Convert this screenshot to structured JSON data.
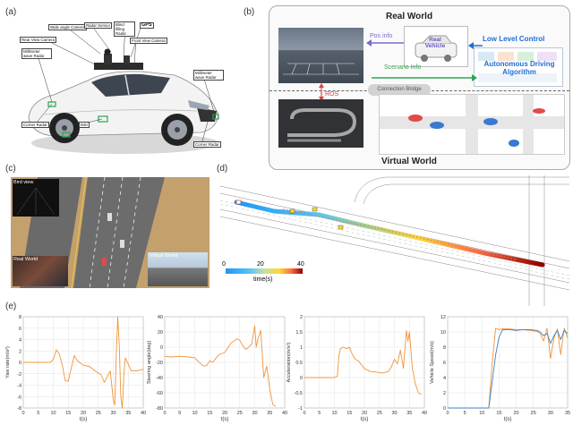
{
  "panels": {
    "a": "(a)",
    "b": "(b)",
    "c": "(c)",
    "d": "(d)",
    "e": "(e)"
  },
  "car_labels": {
    "wide_angle_camera": "Wide angle Camera",
    "radar_sensor": "Radar Sensor",
    "blind_filling_radar": "Blind filling Radar",
    "gps": "GPS",
    "rear_view_camera": "Rear View Camera",
    "front_view_camera": "Front View Camera",
    "mmwave_radar_left": "Millimeter wave Radar",
    "mmwave_radar_right": "Millimeter wave Radar",
    "corner_radar_left": "Corner Radar",
    "imu": "IMU",
    "corner_radar_right": "Corner Radar"
  },
  "framework": {
    "real_world": "Real World",
    "virtual_world": "Virtual World",
    "pos_info": "Pos info",
    "real_vehicle": "Real Vehicle",
    "scenario_info": "Scenario Info",
    "low_level_control": "Low Level Control",
    "algorithm": "Autonomous Driving Algorithm",
    "connection_bridge": "Connection Bridge",
    "ros": "ROS"
  },
  "scene_c": {
    "bird_view": "Bird view",
    "real_world": "Real World",
    "virtual_world": "Virtual World"
  },
  "scene_d": {
    "colorbar_label": "time(s)",
    "colorbar_ticks": [
      "0",
      "20",
      "40"
    ]
  },
  "colors": {
    "orange": "#f0943a",
    "blue": "#3e7fc1",
    "accent_blue": "#1f6fd1",
    "accent_green": "#2ea44f",
    "accent_red": "#d64545"
  },
  "chart_data": [
    {
      "type": "line",
      "ylabel": "Yaw rate(m/s²)",
      "xlabel": "t(s)",
      "xlim": [
        0,
        40
      ],
      "ylim": [
        -8,
        8
      ],
      "xticks": [
        0,
        5,
        10,
        15,
        20,
        25,
        30,
        35,
        40
      ],
      "yticks": [
        -8,
        -6,
        -4,
        -2,
        0,
        2,
        4,
        6,
        8
      ],
      "grid": true,
      "series": [
        {
          "color": "#f0943a",
          "x": [
            0,
            9,
            10,
            11,
            12,
            13,
            14,
            15,
            16,
            17,
            18,
            20,
            22,
            24,
            26,
            27,
            28,
            29,
            30,
            30.5,
            31,
            31.5,
            32,
            32.5,
            33,
            33.5,
            34,
            35,
            36,
            38,
            40
          ],
          "y": [
            0,
            0,
            0.5,
            2.2,
            1.5,
            -0.5,
            -3.2,
            -3.3,
            -1,
            1.2,
            0.3,
            -0.5,
            -0.7,
            -1.5,
            -2.2,
            -3.5,
            -2.5,
            -1.5,
            -6.5,
            -7.5,
            1.5,
            8,
            3,
            -6,
            -8,
            -2.5,
            0.8,
            -0.3,
            -1.5,
            -1.5,
            -1.2
          ]
        }
      ]
    },
    {
      "type": "line",
      "ylabel": "Steering angle(deg)",
      "xlabel": "t(s)",
      "xlim": [
        0,
        40
      ],
      "ylim": [
        -80,
        40
      ],
      "xticks": [
        0,
        5,
        10,
        15,
        20,
        25,
        30,
        35,
        40
      ],
      "yticks": [
        -80,
        -60,
        -40,
        -20,
        0,
        20,
        40
      ],
      "grid": true,
      "series": [
        {
          "color": "#f0943a",
          "x": [
            0,
            2,
            5,
            8,
            10,
            11,
            12,
            13,
            14,
            15,
            16,
            17,
            18,
            20,
            22,
            24,
            25,
            26,
            27,
            28,
            29,
            30,
            30.5,
            31,
            32,
            32.5,
            33,
            34,
            35,
            36,
            37
          ],
          "y": [
            -12,
            -13,
            -12,
            -13,
            -14,
            -18,
            -22,
            -25,
            -24,
            -18,
            -20,
            -15,
            -10,
            -7,
            5,
            11,
            9,
            2,
            -3,
            0,
            4,
            28,
            0,
            10,
            22,
            -8,
            -40,
            -25,
            -55,
            -75,
            -78
          ]
        }
      ]
    },
    {
      "type": "line",
      "ylabel": "Acceleration(m/s²)",
      "xlabel": "t(s)",
      "xlim": [
        0,
        40
      ],
      "ylim": [
        -1,
        2
      ],
      "xticks": [
        0,
        5,
        10,
        15,
        20,
        25,
        30,
        35,
        40
      ],
      "yticks": [
        -1,
        -0.5,
        0,
        0.5,
        1,
        1.5,
        2
      ],
      "grid": true,
      "series": [
        {
          "color": "#f0943a",
          "x": [
            0,
            5,
            10,
            11,
            11.5,
            12,
            13,
            14,
            15,
            16,
            17,
            18,
            20,
            22,
            24,
            26,
            28,
            29,
            30,
            31,
            32,
            33,
            34,
            34.5,
            35,
            36,
            37,
            38,
            39
          ],
          "y": [
            0,
            0,
            0,
            0.05,
            0.7,
            0.95,
            1.0,
            0.95,
            1.0,
            0.75,
            0.6,
            0.55,
            0.3,
            0.2,
            0.18,
            0.15,
            0.2,
            0.35,
            0.6,
            0.45,
            0.9,
            0.3,
            1.55,
            1.2,
            1.5,
            0.3,
            -0.2,
            -0.5,
            -0.55
          ]
        }
      ]
    },
    {
      "type": "line",
      "ylabel": "Vehicle Speed(m/s)",
      "xlabel": "t(s)",
      "xlim": [
        0,
        35
      ],
      "ylim": [
        0,
        12
      ],
      "xticks": [
        0,
        5,
        10,
        15,
        20,
        25,
        30,
        35
      ],
      "yticks": [
        0,
        2,
        4,
        6,
        8,
        10,
        12
      ],
      "grid": true,
      "series": [
        {
          "color": "#f0943a",
          "x": [
            0,
            5,
            10,
            12,
            13,
            14,
            15,
            16,
            18,
            20,
            22,
            24,
            26,
            27,
            28,
            29,
            30,
            31,
            32,
            33,
            34,
            35
          ],
          "y": [
            0,
            0,
            0,
            0,
            6,
            10.5,
            10.3,
            10.4,
            10.4,
            10.3,
            10.3,
            10.2,
            10.1,
            9.8,
            8.8,
            10.5,
            6.5,
            9.2,
            10.4,
            7,
            10.5,
            9.2
          ]
        },
        {
          "color": "#3e7fc1",
          "x": [
            0,
            5,
            10,
            12,
            13,
            14,
            15,
            16,
            18,
            20,
            22,
            24,
            26,
            27,
            28,
            29,
            30,
            31,
            32,
            33,
            34,
            35
          ],
          "y": [
            0,
            0,
            0,
            0,
            3.5,
            7,
            9.3,
            10.3,
            10.3,
            10.2,
            10.3,
            10.3,
            10.2,
            10,
            9.5,
            9.8,
            8.5,
            9.5,
            10.2,
            9,
            10.2,
            9.8
          ]
        }
      ]
    }
  ]
}
